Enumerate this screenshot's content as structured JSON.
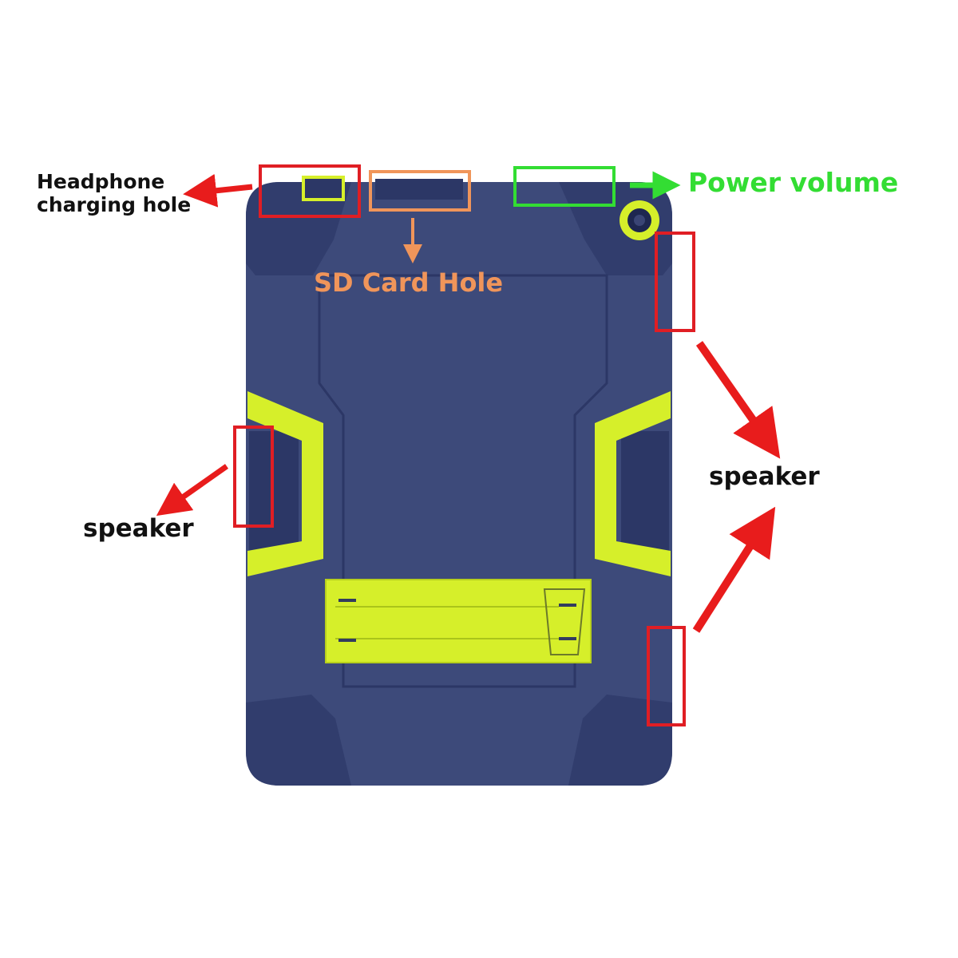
{
  "labels": {
    "headphone_line1": "Headphone",
    "headphone_line2": "charging hole",
    "sd_card": "SD Card Hole",
    "power_volume": "Power volume",
    "speaker_left": "speaker",
    "speaker_right": "speaker"
  },
  "colors": {
    "case_navy": "#3d4a7a",
    "case_navy_dark": "#2c3766",
    "accent_lime": "#d6ef2a",
    "highlight_red": "#e01e24",
    "highlight_orange": "#f0955a",
    "highlight_green": "#33dd33",
    "arrow_red": "#e81c1c"
  }
}
